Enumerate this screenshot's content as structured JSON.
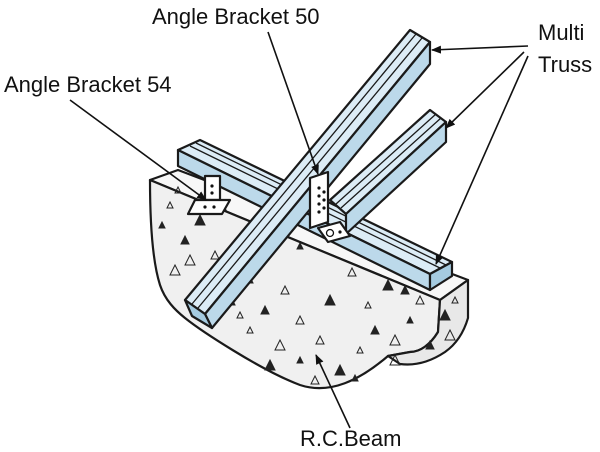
{
  "labels": {
    "angle_bracket_50": "Angle Bracket 50",
    "angle_bracket_54": "Angle Bracket 54",
    "multi_truss_line1": "Multi",
    "multi_truss_line2": "Truss",
    "rc_beam": "R.C.Beam"
  },
  "colors": {
    "truss_light": "#dcecf6",
    "truss_mid": "#bcd9ea",
    "truss_dark": "#a5cbe0",
    "concrete": "#f2f2f2",
    "concrete_side": "#e9e9e9",
    "outline": "#1a1a1a",
    "bracket": "#ffffff"
  }
}
